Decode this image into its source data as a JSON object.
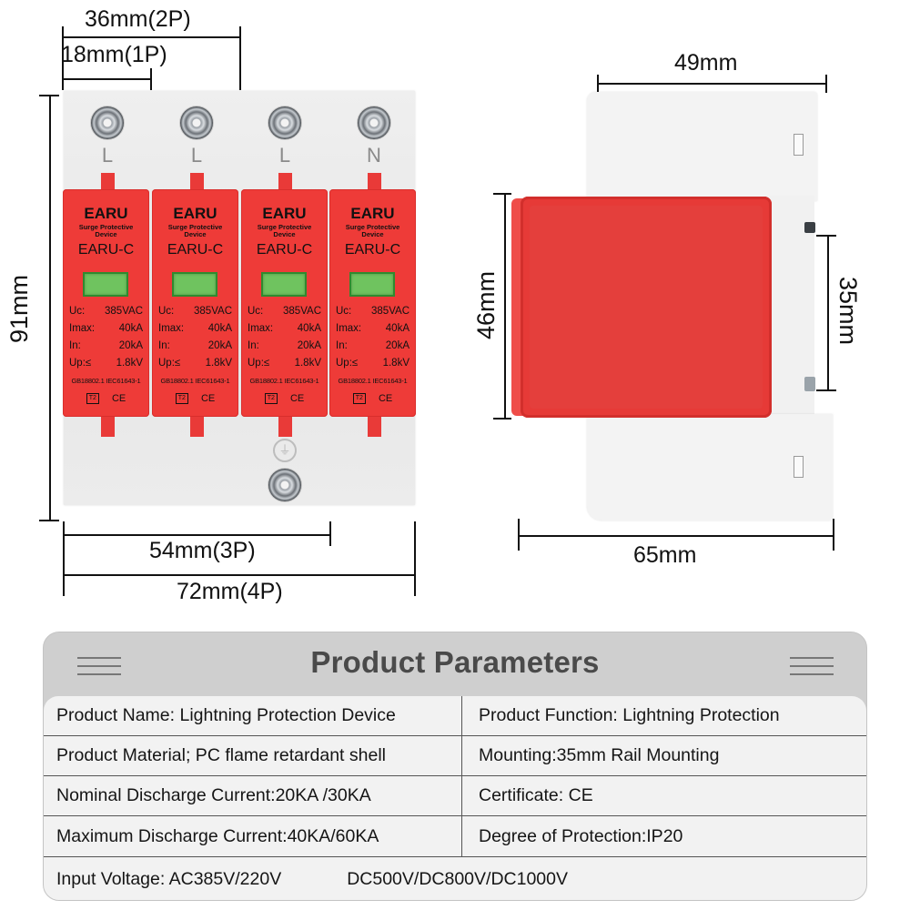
{
  "front_view": {
    "terminals_top": [
      "L",
      "L",
      "L",
      "N"
    ],
    "modules": [
      {
        "brand": "EARU",
        "subtitle_line1": "Surge Protective",
        "subtitle_line2": "Device",
        "model": "EARU-C",
        "specs": [
          {
            "k": "Uc:",
            "v": "385VAC"
          },
          {
            "k": "Imax:",
            "v": "40kA"
          },
          {
            "k": "In:",
            "v": "20kA"
          },
          {
            "k": "Up:≤",
            "v": "1.8kV"
          }
        ],
        "standards": "GB18802.1  IEC61643-1",
        "type_mark": "T2",
        "cert_mark": "CE"
      },
      {
        "brand": "EARU",
        "subtitle_line1": "Surge Protective",
        "subtitle_line2": "Device",
        "model": "EARU-C",
        "specs": [
          {
            "k": "Uc:",
            "v": "385VAC"
          },
          {
            "k": "Imax:",
            "v": "40kA"
          },
          {
            "k": "In:",
            "v": "20kA"
          },
          {
            "k": "Up:≤",
            "v": "1.8kV"
          }
        ],
        "standards": "GB18802.1  IEC61643-1",
        "type_mark": "T2",
        "cert_mark": "CE"
      },
      {
        "brand": "EARU",
        "subtitle_line1": "Surge Protective",
        "subtitle_line2": "Device",
        "model": "EARU-C",
        "specs": [
          {
            "k": "Uc:",
            "v": "385VAC"
          },
          {
            "k": "Imax:",
            "v": "40kA"
          },
          {
            "k": "In:",
            "v": "20kA"
          },
          {
            "k": "Up:≤",
            "v": "1.8kV"
          }
        ],
        "standards": "GB18802.1  IEC61643-1",
        "type_mark": "T2",
        "cert_mark": "CE"
      },
      {
        "brand": "EARU",
        "subtitle_line1": "Surge Protective",
        "subtitle_line2": "Device",
        "model": "EARU-C",
        "specs": [
          {
            "k": "Uc:",
            "v": "385VAC"
          },
          {
            "k": "Imax:",
            "v": "40kA"
          },
          {
            "k": "In:",
            "v": "20kA"
          },
          {
            "k": "Up:≤",
            "v": "1.8kV"
          }
        ],
        "standards": "GB18802.1  IEC61643-1",
        "type_mark": "T2",
        "cert_mark": "CE"
      }
    ],
    "ground_symbol": "⏚",
    "dimensions": {
      "width_2p": "36mm(2P)",
      "width_1p": "18mm(1P)",
      "height": "91mm",
      "width_3p": "54mm(3P)",
      "width_4p": "72mm(4P)"
    }
  },
  "side_view": {
    "dimensions": {
      "depth_top": "49mm",
      "cover_height": "46mm",
      "rail": "35mm",
      "depth_total": "65mm"
    }
  },
  "parameters": {
    "title": "Product Parameters",
    "rows": [
      {
        "left": "Product Name: Lightning Protection Device",
        "right": "Product Function: Lightning Protection"
      },
      {
        "left": "Product Material; PC flame retardant shell",
        "right": "Mounting:35mm Rail Mounting"
      },
      {
        "left": "Nominal Discharge Current:20KA /30KA",
        "right": "Certificate: CE"
      },
      {
        "left": "Maximum Discharge Current:40KA/60KA",
        "right": "Degree of Protection:IP20"
      }
    ],
    "input_voltage": {
      "ac": "Input Voltage: AC385V/220V",
      "dc": "DC500V/DC800V/DC1000V"
    }
  },
  "colors": {
    "module_red": "#ee3b38",
    "indicator_green": "#6fc35f",
    "table_header_gray": "#cfcfcf",
    "table_body": "#f2f2f2",
    "title_text": "#4a4a4a"
  }
}
